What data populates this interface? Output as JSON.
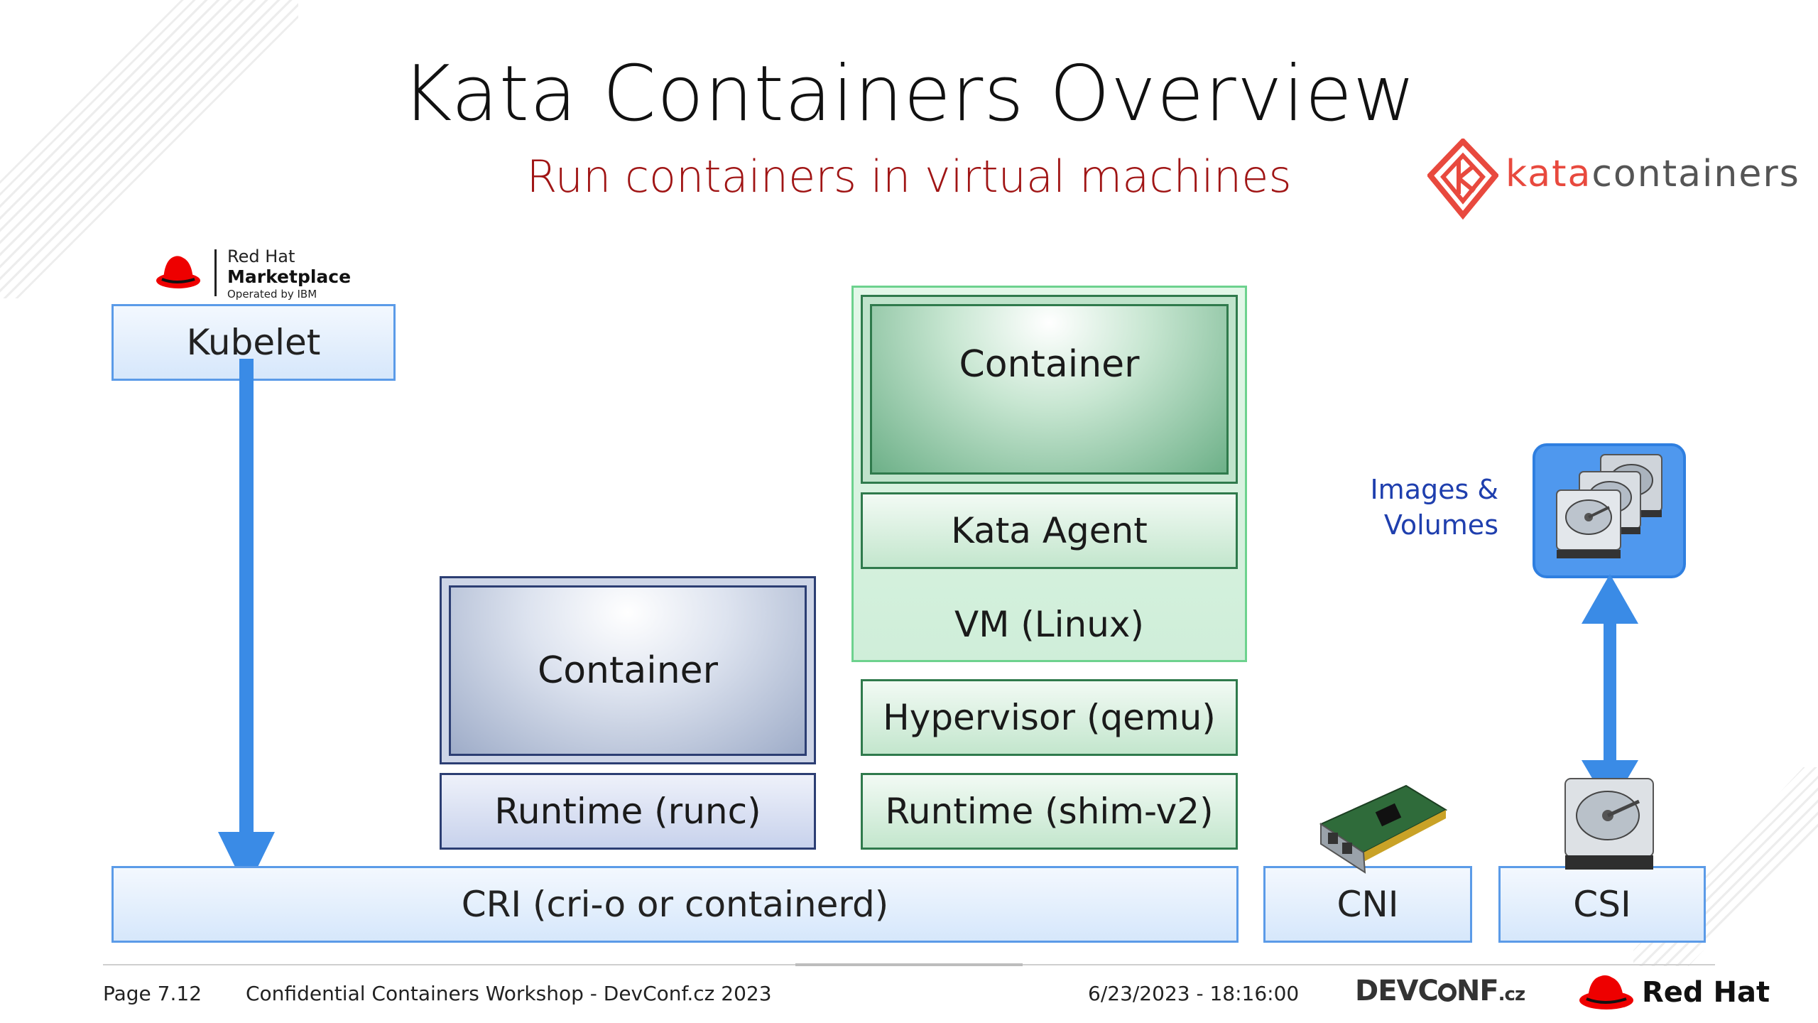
{
  "title": "Kata Containers Overview",
  "subtitle": "Run containers in virtual machines",
  "kata_logo": {
    "kata": "kata",
    "containers": "containers",
    "accent": "#e8493e"
  },
  "marketplace_logo": {
    "line1": "Red Hat",
    "line2": "Marketplace",
    "line3": "Operated by IBM"
  },
  "diagram": {
    "kubelet": "Kubelet",
    "cri": "CRI (cri-o or containerd)",
    "cni": "CNI",
    "csi": "CSI",
    "runc_container": "Container",
    "runc_runtime": "Runtime (runc)",
    "kata_container": "Container",
    "kata_agent": "Kata Agent",
    "vm": "VM (Linux)",
    "hypervisor": "Hypervisor (qemu)",
    "kata_runtime": "Runtime (shim-v2)",
    "images_volumes_line1": "Images &",
    "images_volumes_line2": "Volumes"
  },
  "colors": {
    "arrow": "#3a8be6",
    "navy": "#2c3e73",
    "green": "#2f7a4c",
    "subtitle": "#a01515",
    "link_text": "#1f3fae"
  },
  "footer": {
    "page": "Page 7.12",
    "event": "Confidential Containers Workshop - DevConf.cz 2023",
    "datetime": "6/23/2023 - 18:16:00",
    "devconf_a": "DEVC",
    "devconf_b": "NF",
    "devconf_c": ".cz",
    "redhat": "Red Hat"
  }
}
